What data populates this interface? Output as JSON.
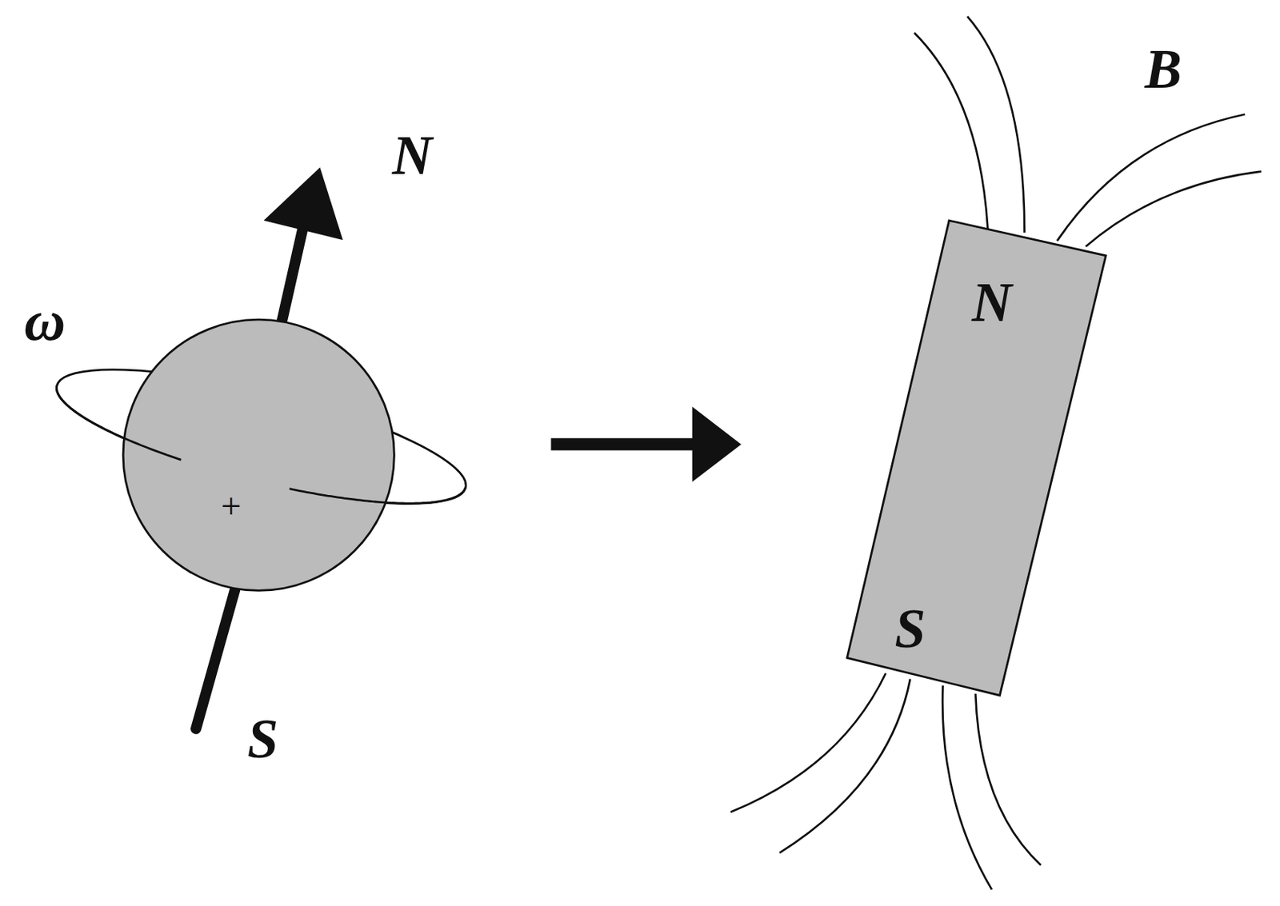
{
  "diagram": {
    "nodes": [
      {
        "text": [
          "+"
        ]
      },
      {
        "text": [
          "N",
          "S"
        ]
      }
    ],
    "edges": [
      {
        "from": 0,
        "to": 1,
        "arrow": "to"
      }
    ],
    "labels": [
      "ω",
      "N",
      "S",
      "B"
    ]
  }
}
